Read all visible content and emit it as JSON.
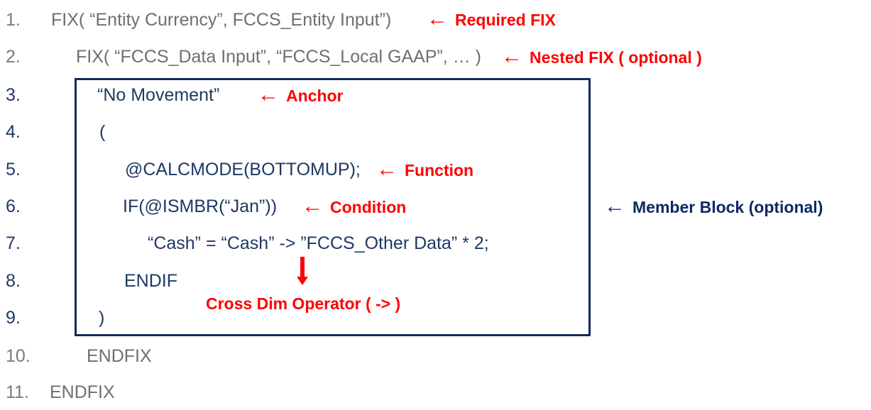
{
  "colors": {
    "outer_text": "#6d6f70",
    "inner_text": "#1f3864",
    "box_border": "#16295c",
    "annotation_red": "#fe0000",
    "annotation_navy": "#0e2a63",
    "background": "#ffffff"
  },
  "code_lines": [
    {
      "number": "1.",
      "text": "FIX( “Entity Currency”, FCCS_Entity Input”)",
      "scope": "outer"
    },
    {
      "number": "2.",
      "text": "FIX( “FCCS_Data Input”, “FCCS_Local GAAP”, … )",
      "scope": "outer"
    },
    {
      "number": "3.",
      "text": "“No Movement”",
      "scope": "inner"
    },
    {
      "number": "4.",
      "text": "(",
      "scope": "inner"
    },
    {
      "number": "5.",
      "text": "@CALCMODE(BOTTOMUP);",
      "scope": "inner"
    },
    {
      "number": "6.",
      "text": "IF(@ISMBR(“Jan”))",
      "scope": "inner"
    },
    {
      "number": "7.",
      "text": "“Cash” = “Cash” -> ”FCCS_Other Data” * 2;",
      "scope": "inner"
    },
    {
      "number": "8.",
      "text": "ENDIF",
      "scope": "inner"
    },
    {
      "number": "9.",
      "text": ")",
      "scope": "inner"
    },
    {
      "number": "10.",
      "text": "ENDFIX",
      "scope": "outer"
    },
    {
      "number": "11.",
      "text": "ENDFIX",
      "scope": "outer"
    }
  ],
  "annotations": {
    "required_fix": {
      "arrow": "←",
      "label": "Required FIX"
    },
    "nested_fix": {
      "arrow": "←",
      "label": "Nested FIX ( optional )"
    },
    "anchor": {
      "arrow": "←",
      "label": "Anchor"
    },
    "function": {
      "arrow": "←",
      "label": "Function"
    },
    "condition": {
      "arrow": "←",
      "label": "Condition"
    },
    "member_block": {
      "arrow": "←",
      "label": "Member Block (optional)"
    },
    "cross_dim": {
      "arrow": "↓",
      "label": "Cross Dim Operator ( -> )"
    }
  }
}
